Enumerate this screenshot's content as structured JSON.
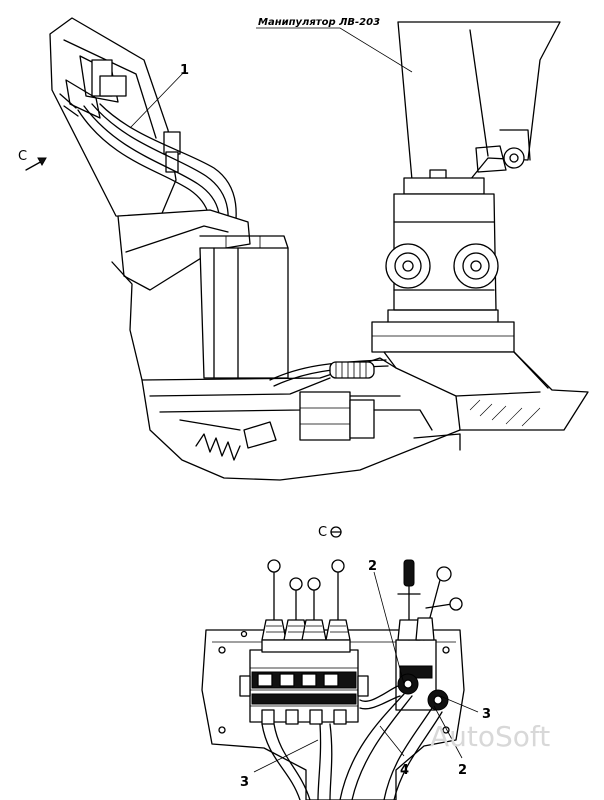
{
  "annotations": {
    "title": "Манипулятор ЛВ-203",
    "view_marker": "С",
    "view_title": "С",
    "callouts": [
      "1",
      "2",
      "2",
      "3",
      "3",
      "4"
    ]
  },
  "watermark": "AutoSoft"
}
